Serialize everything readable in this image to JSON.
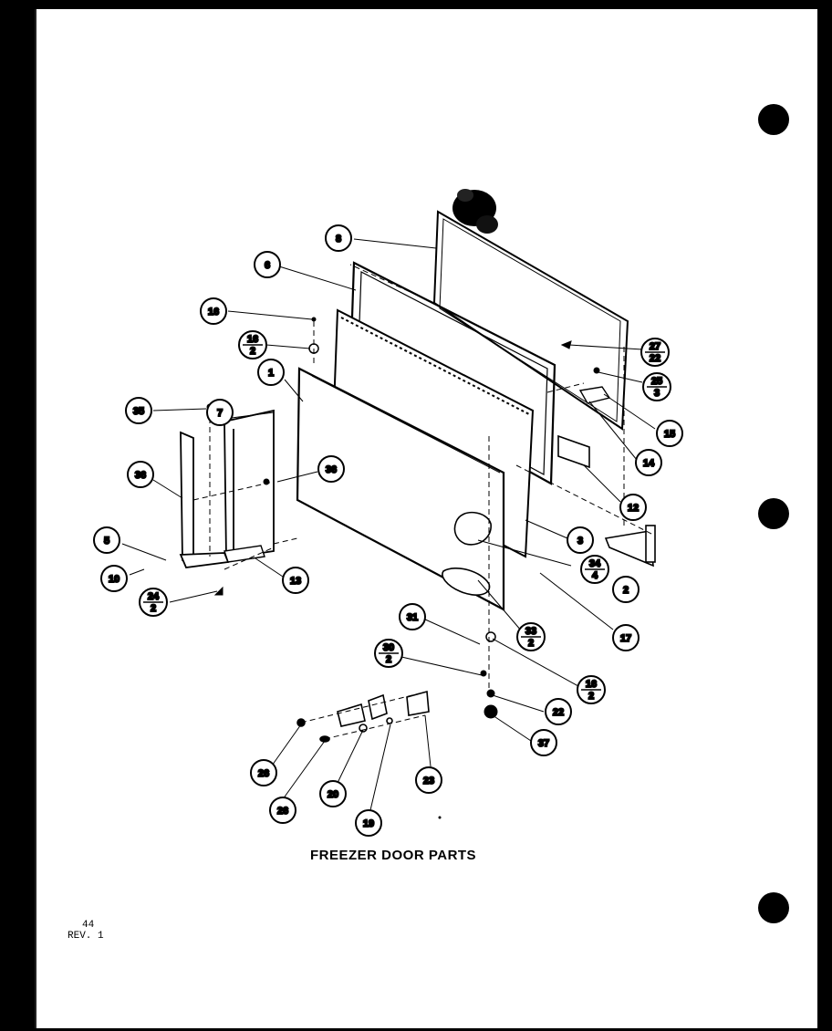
{
  "diagram_title": "FREEZER DOOR PARTS",
  "page_number": "44",
  "revision": "REV. 1",
  "callouts": {
    "c1": "1",
    "c2": "2",
    "c3": "3",
    "c5": "5",
    "c6": "6",
    "c7": "7",
    "c8": "8",
    "c10": "10",
    "c12": "12",
    "c13": "13",
    "c14": "14",
    "c15": "15",
    "c16": "16",
    "c17": "17",
    "c19": "19",
    "c20": "20",
    "c22": "22",
    "c23": "23",
    "c26a": "26",
    "c26b": "26",
    "c31": "31",
    "c35": "35",
    "c36a": "36",
    "c36b": "36",
    "c37": "37"
  },
  "fraction_callouts": {
    "f16_2a": {
      "top": "16",
      "bottom": "2"
    },
    "f16_2b": {
      "top": "16",
      "bottom": "2"
    },
    "f24_2": {
      "top": "24",
      "bottom": "2"
    },
    "f27_22": {
      "top": "27",
      "bottom": "22"
    },
    "f25_3": {
      "top": "25",
      "bottom": "3"
    },
    "f34_4": {
      "top": "34",
      "bottom": "4"
    },
    "f33_2": {
      "top": "33",
      "bottom": "2"
    },
    "f30_2": {
      "top": "30",
      "bottom": "2"
    }
  }
}
